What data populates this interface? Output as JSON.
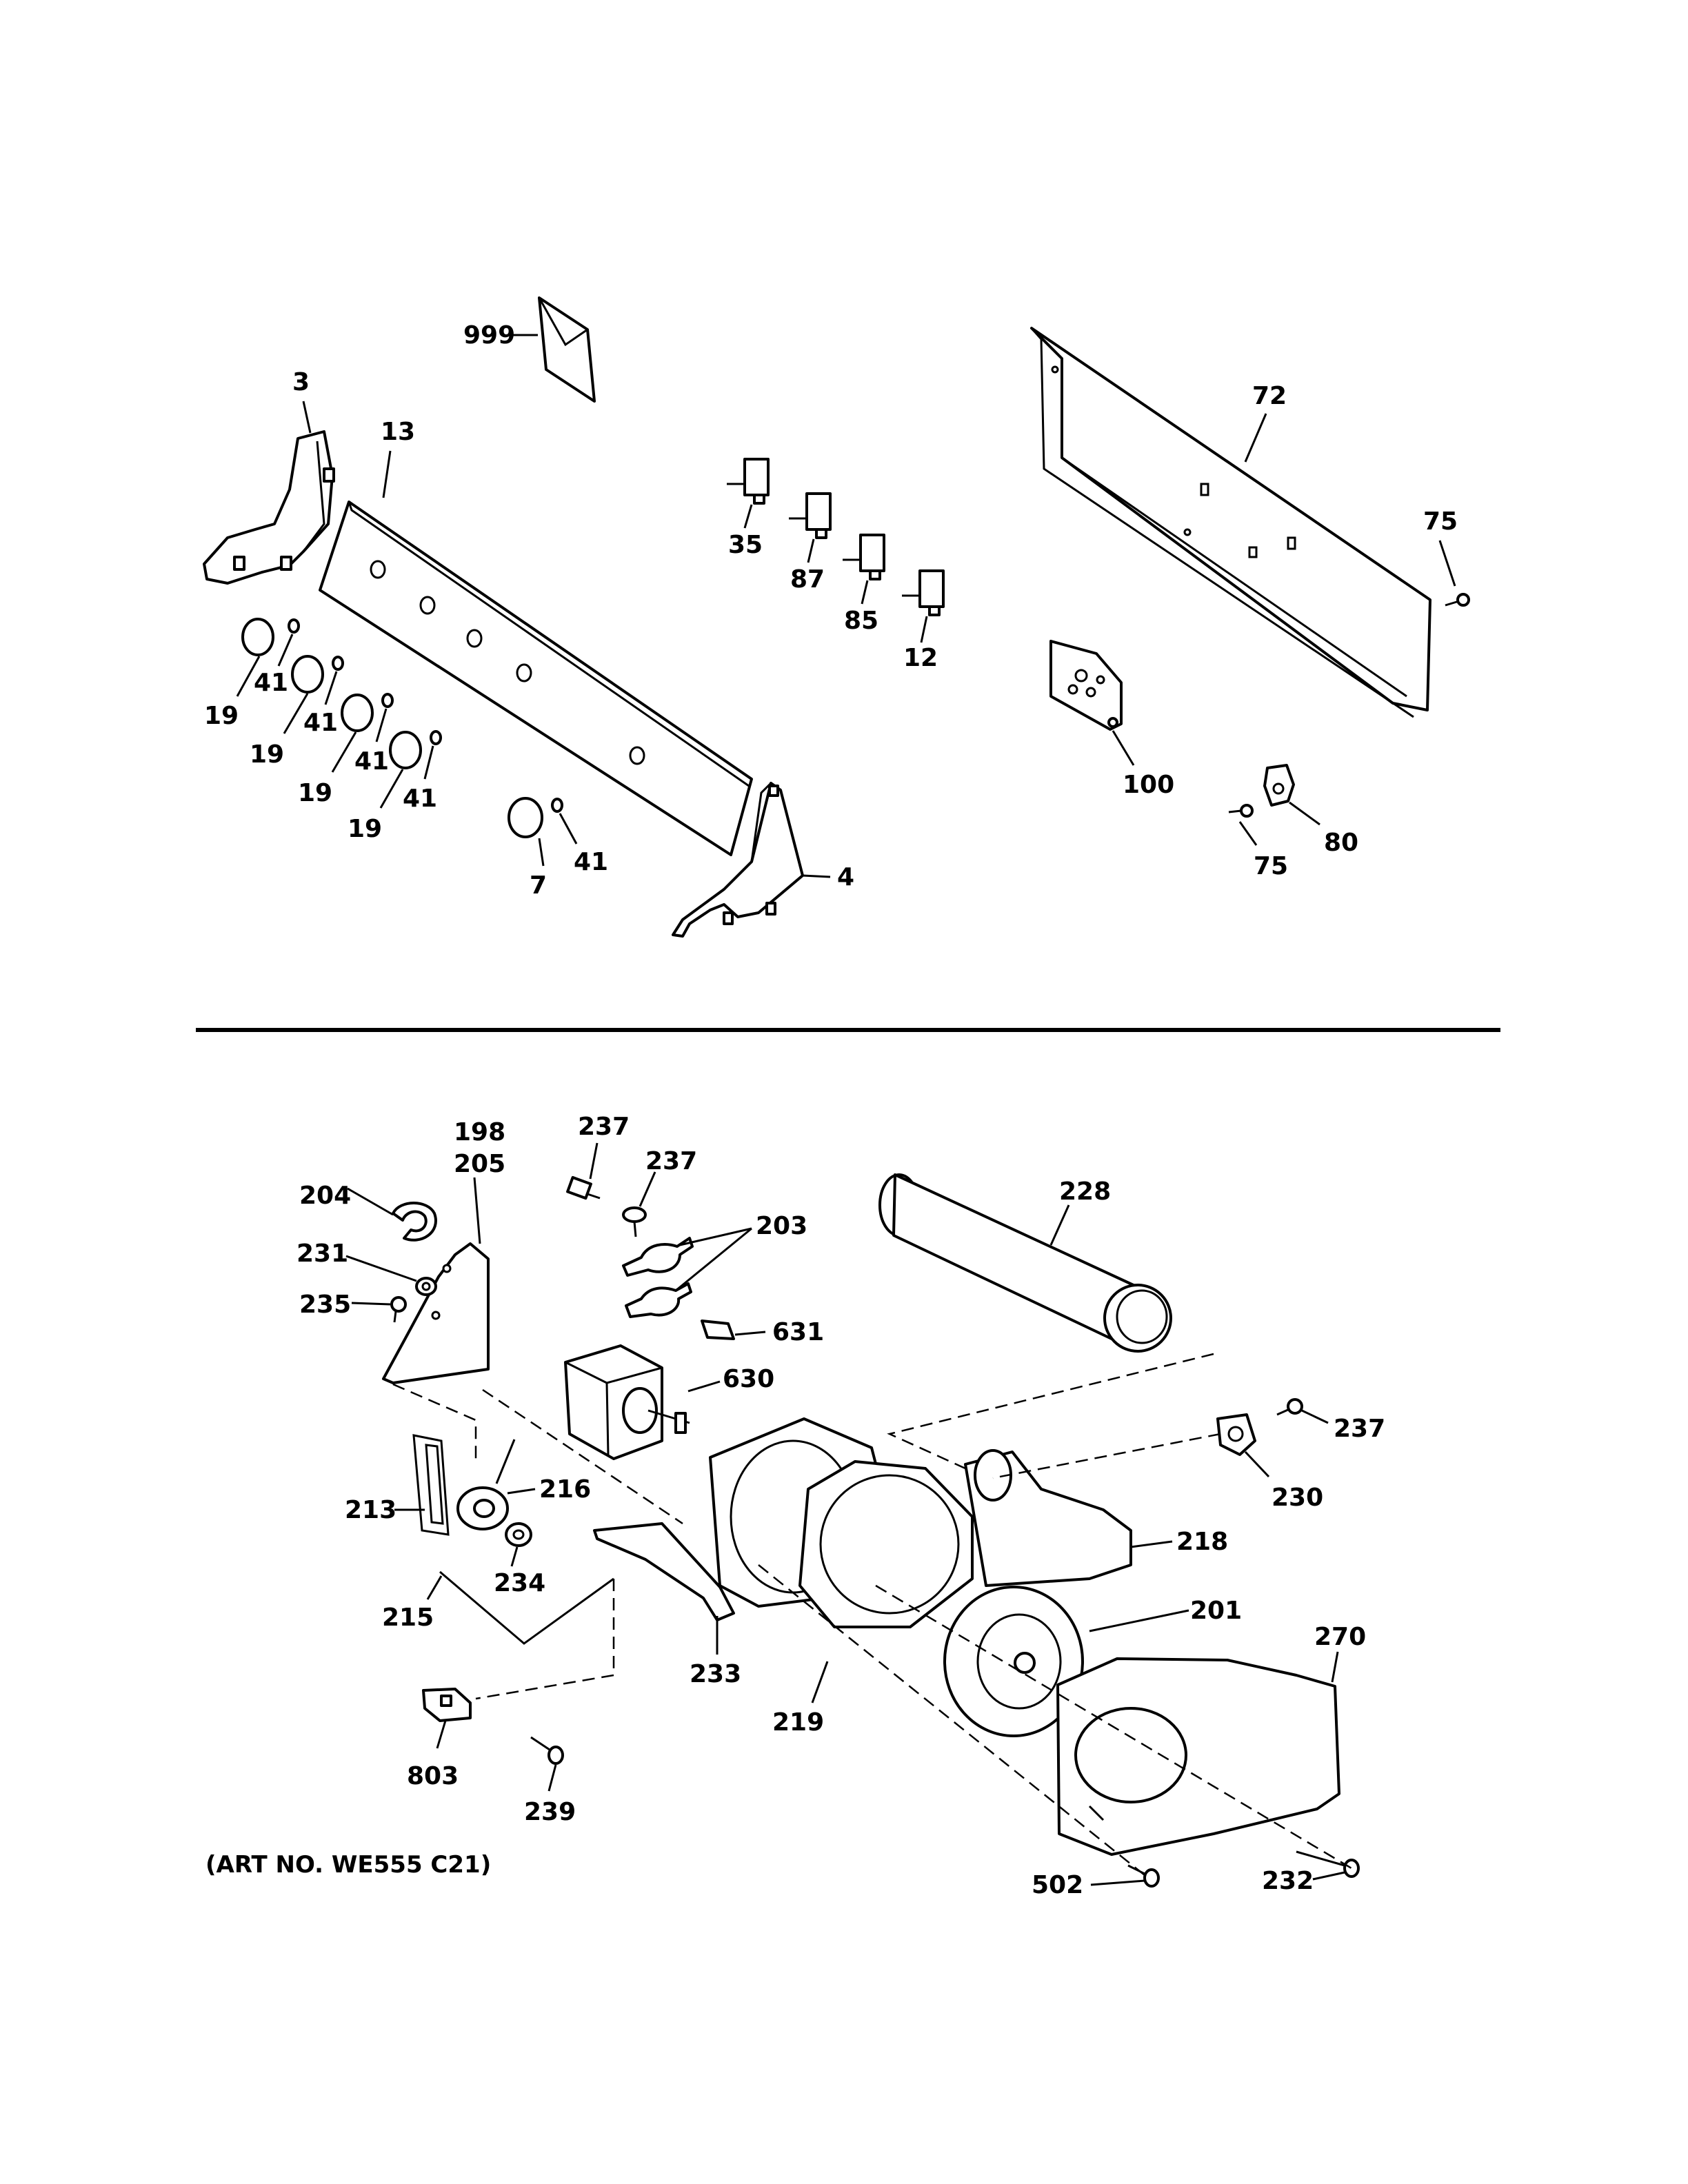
{
  "art_number": "(ART NO. WE555 C21)",
  "callouts": {
    "c999": "999",
    "c3": "3",
    "c13": "13",
    "c72": "72",
    "c75a": "75",
    "c35": "35",
    "c87": "87",
    "c85": "85",
    "c12": "12",
    "c19a": "19",
    "c41a": "41",
    "c19b": "19",
    "c41b": "41",
    "c19c": "19",
    "c41c": "41",
    "c19d": "19",
    "c41d": "41",
    "c7": "7",
    "c41e": "41",
    "c4": "4",
    "c100": "100",
    "c80": "80",
    "c75b": "75",
    "c198": "198",
    "c205": "205",
    "c237a": "237",
    "c237b": "237",
    "c203": "203",
    "c228": "228",
    "c204": "204",
    "c231": "231",
    "c235": "235",
    "c631": "631",
    "c630": "630",
    "c237c": "237",
    "c230": "230",
    "c213": "213",
    "c216": "216",
    "c234": "234",
    "c218": "218",
    "c215": "215",
    "c201": "201",
    "c233": "233",
    "c270": "270",
    "c219": "219",
    "c803": "803",
    "c239": "239",
    "c502": "502",
    "c232": "232"
  }
}
